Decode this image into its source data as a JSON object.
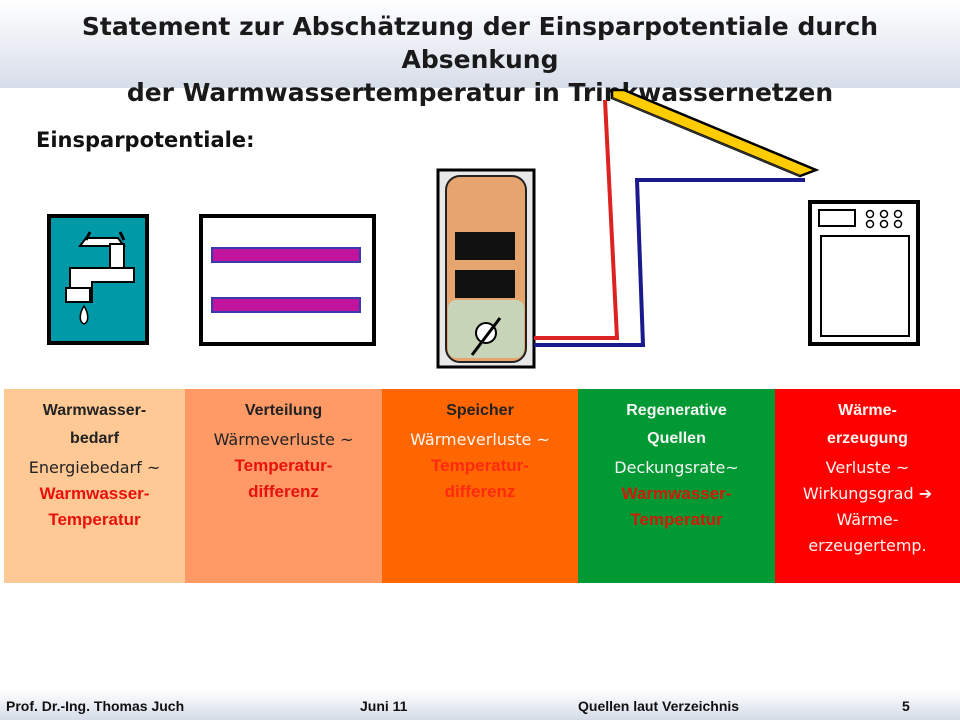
{
  "header": {
    "title_line1": "Statement zur Abschätzung der Einsparpotentiale durch Absenkung",
    "title_line2": "der Warmwassertemperatur in Trinkwassernetzen"
  },
  "subtitle": "Einsparpotentiale:",
  "icons": [
    "water-tap-icon",
    "radiator-icon",
    "storage-tank-icon",
    "solar-collector-icon",
    "boiler-icon"
  ],
  "colors": {
    "warmwasserbedarf": "#ffc996",
    "verteilung": "#ff9966",
    "speicher": "#ff6600",
    "regenerative": "#009933",
    "waermeerzeugung": "#ff0000",
    "highlight": "#e8120c",
    "tap_panel": "#0099a8",
    "solar_panel": "#ffcc00"
  },
  "boxes": [
    {
      "head1": "Warmwasser-",
      "head2": "bedarf",
      "relation": "Energiebedarf ~",
      "key1": "Warmwasser-",
      "key2": "Temperatur"
    },
    {
      "head1": "Verteilung",
      "head2": "",
      "relation": "Wärmeverluste ~",
      "key1": "Temperatur-",
      "key2": "differenz"
    },
    {
      "head1": "Speicher",
      "head2": "",
      "relation": "Wärmeverluste ~",
      "key1": "Temperatur-",
      "key2": "differenz"
    },
    {
      "head1": "Regenerative",
      "head2": "Quellen",
      "relation": "Deckungsrate~",
      "key1": "Warmwasser-",
      "key2": "Temperatur"
    },
    {
      "head1": "Wärme-",
      "head2": "erzeugung",
      "relation": "Verluste ~",
      "line2": "Wirkungsgrad ➔",
      "line3": "Wärme-",
      "line4": "erzeugertemp."
    }
  ],
  "footer": {
    "author": "Prof. Dr.-Ing.  Thomas Juch",
    "date": "Juni 11",
    "source": "Quellen laut Verzeichnis",
    "page": "5"
  }
}
